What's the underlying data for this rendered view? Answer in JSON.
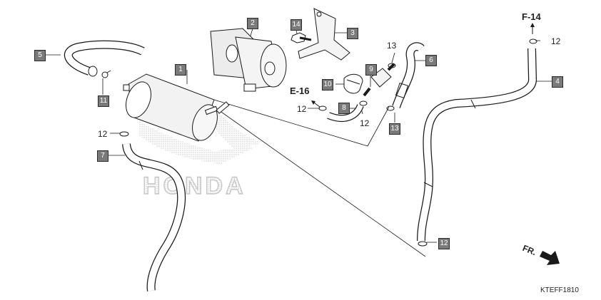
{
  "callouts": [
    "1",
    "2",
    "3",
    "4",
    "5",
    "6",
    "7",
    "8",
    "9",
    "10",
    "11",
    "12",
    "13",
    "14"
  ],
  "plain_labels": {
    "twelve": "12",
    "thirteen": "13"
  },
  "refs": {
    "e16": "E-16",
    "f14": "F-14",
    "fr": "FR."
  },
  "watermark": "HONDA",
  "diagram_code": "KTEFF1810",
  "colors": {
    "callout_fill": "#7a7a7a",
    "line": "#1a1a1a",
    "watermark": "#c8c8c8"
  }
}
